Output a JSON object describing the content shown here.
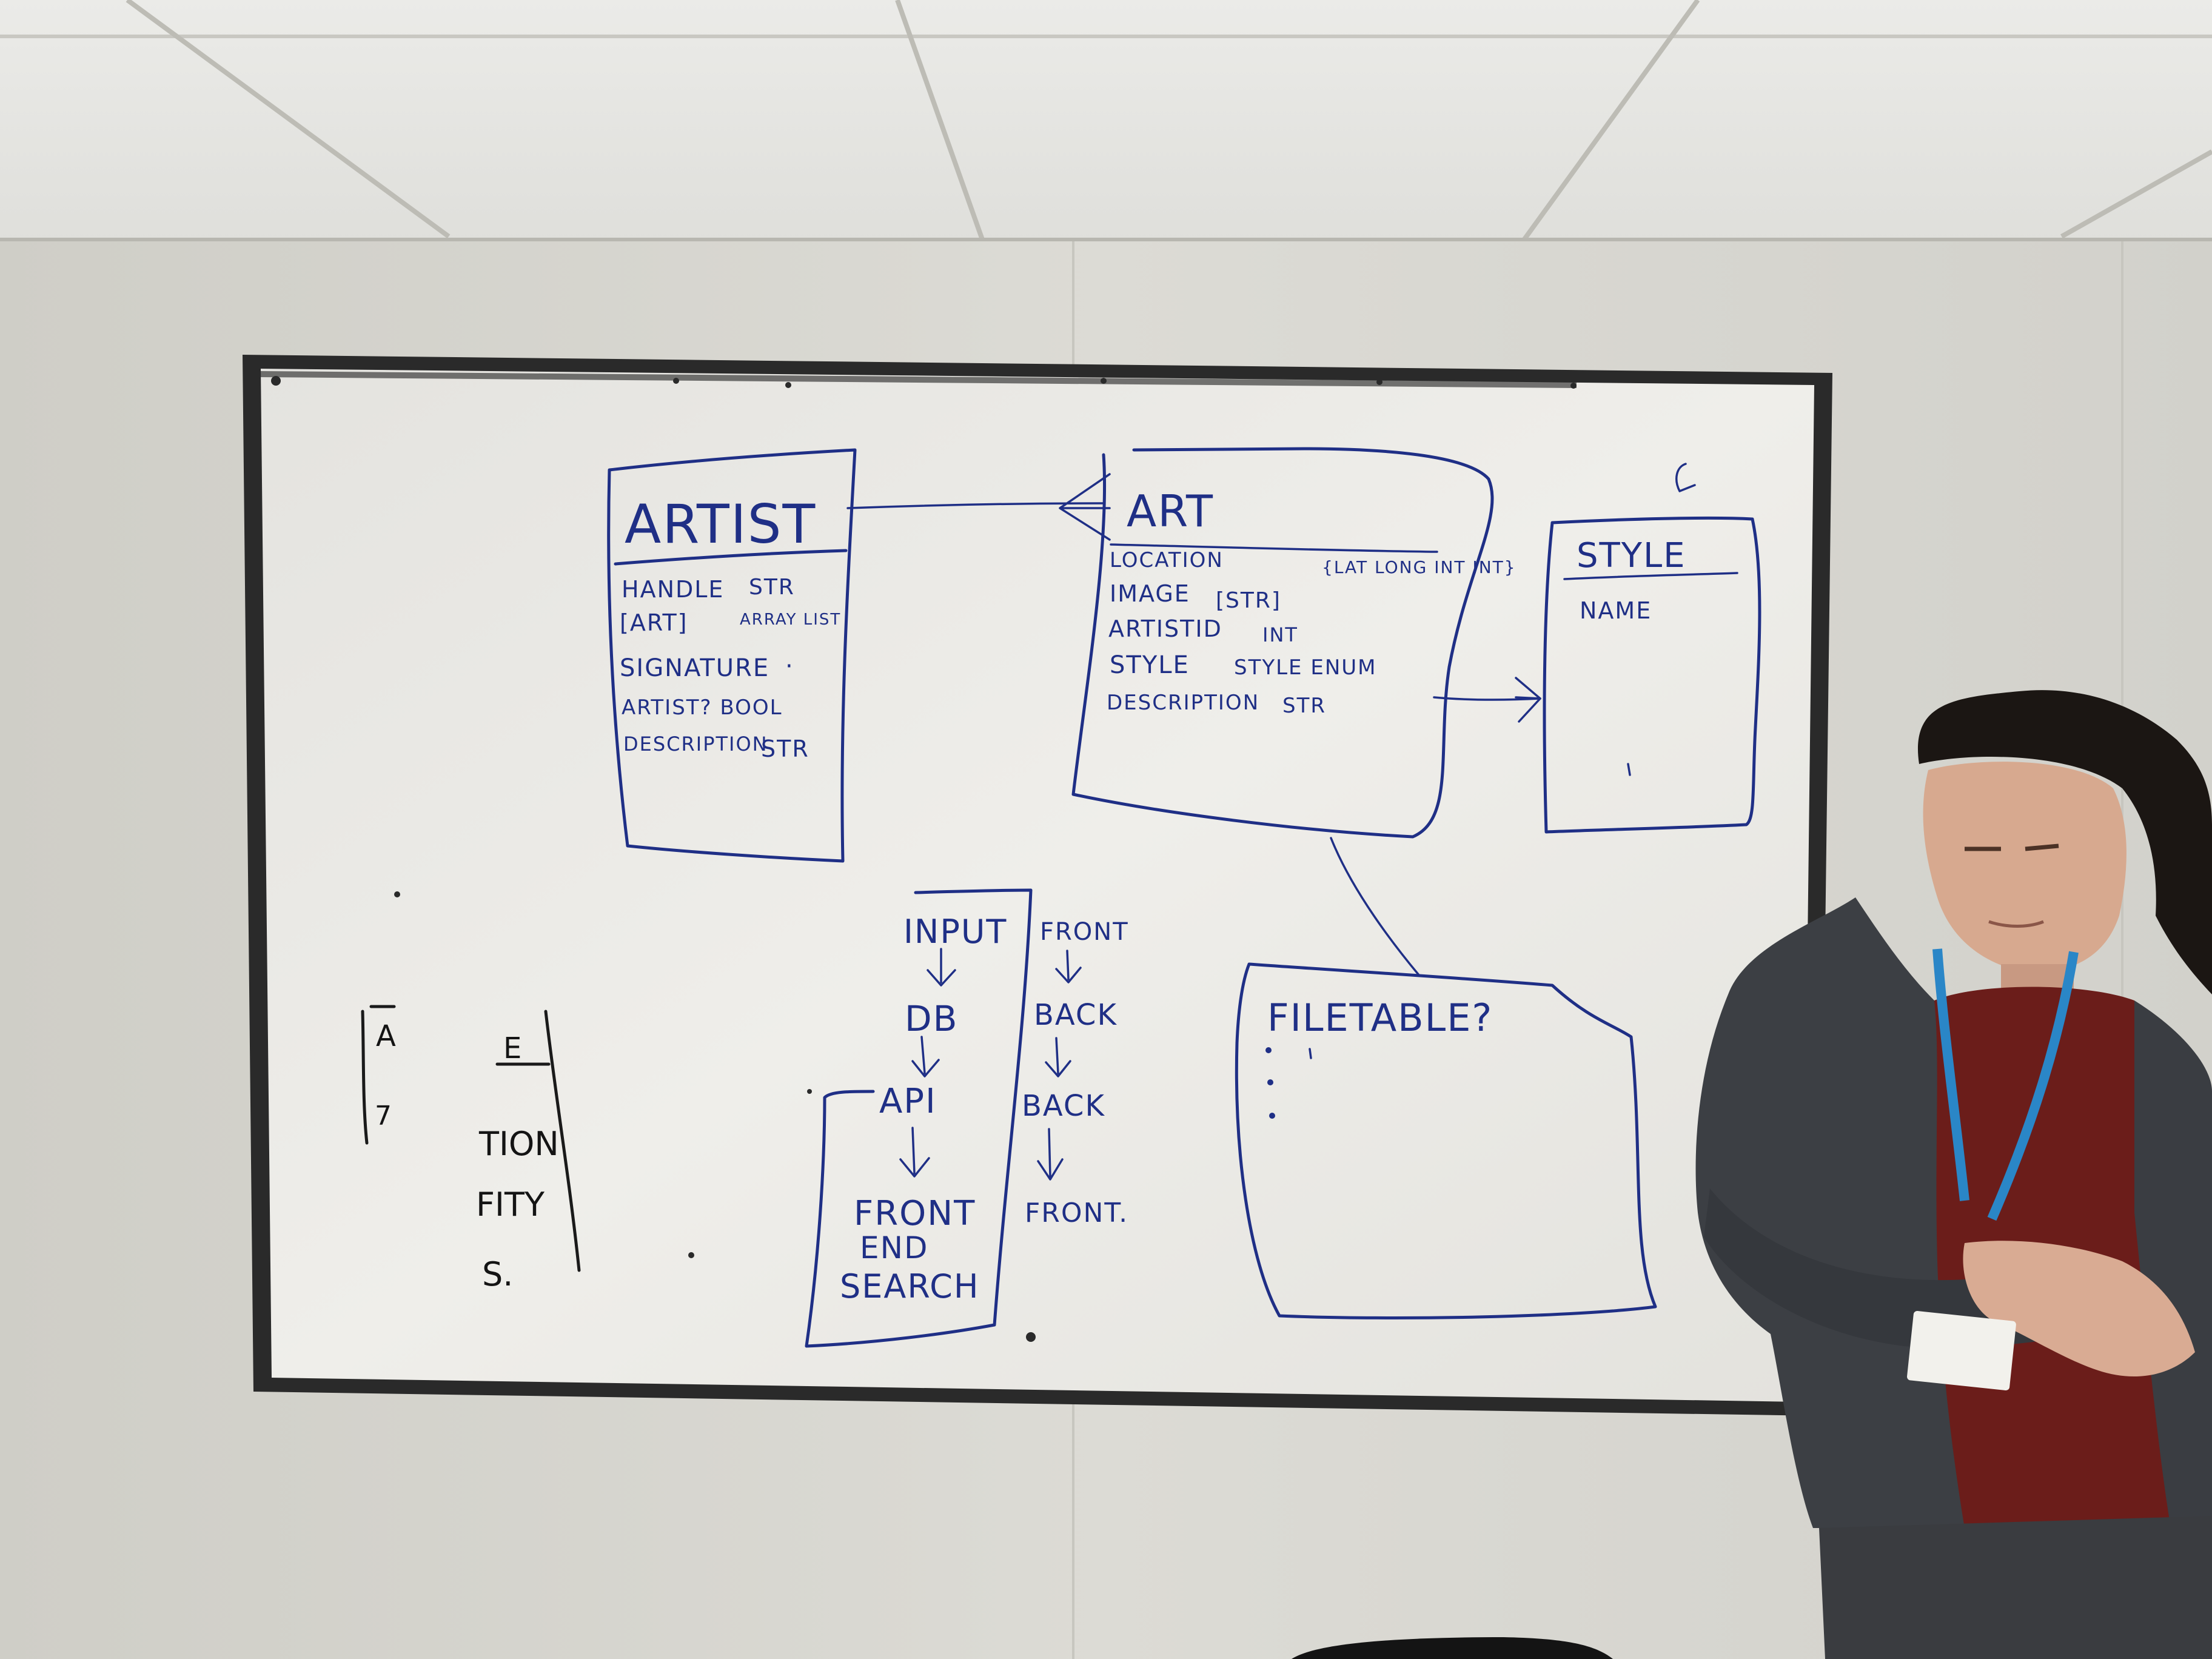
{
  "colors": {
    "marker_blue": "#1f2f86",
    "whiteboard": "#e9e8e4",
    "frame": "#2a2a2a",
    "wall": "#d7d6d0",
    "ceiling": "#e3e3e0",
    "lanyard": "#2a86c7",
    "shirt": "#6b1d1a",
    "cardigan": "#3c3f44"
  },
  "artist_entity": {
    "title": "ARTIST",
    "fields": [
      {
        "name": "HANDLE",
        "type": "STR"
      },
      {
        "name": "[ART]",
        "type": "ARRAY LIST"
      },
      {
        "name": "SIGNATURE",
        "type": "·"
      },
      {
        "name": "ARTIST? BOOL",
        "type": ""
      },
      {
        "name": "DESCRIPTION",
        "type": "STR"
      }
    ]
  },
  "art_entity": {
    "title": "ART",
    "fields": [
      {
        "name": "LOCATION",
        "type": "{LAT LONG INT INT}"
      },
      {
        "name": "IMAGE",
        "type": "[STR]"
      },
      {
        "name": "ARTISTID",
        "type": "INT"
      },
      {
        "name": "STYLE",
        "type": "STYLE ENUM"
      },
      {
        "name": "DESCRIPTION",
        "type": "STR"
      }
    ]
  },
  "style_entity": {
    "title": "STYLE",
    "fields": [
      {
        "name": "NAME",
        "type": ""
      }
    ]
  },
  "filetable_entity": {
    "title": "FILETABLE?"
  },
  "flow_left": [
    "INPUT",
    "DB",
    "API",
    "FRONT",
    "END",
    "SEARCH"
  ],
  "flow_right": [
    "FRONT",
    "BACK",
    "BACK",
    "FRONT."
  ],
  "erased_fragments": [
    "A",
    "E",
    "7",
    "TION",
    "FITY",
    "S."
  ],
  "person": {
    "badge_text": ""
  }
}
